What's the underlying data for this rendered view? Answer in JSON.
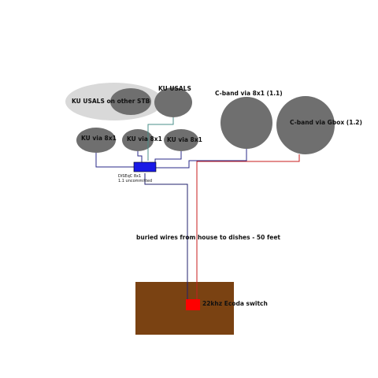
{
  "labels": {
    "ku_usals_other": "KU USALS on other STB",
    "ku_usals": "KU USALS",
    "cband_8x1": "C-band via 8x1 (1.1)",
    "cband_gbox": "C-band via Gbox (1.2)",
    "ku_8x1_a": "KU via 8x1",
    "ku_8x1_b": "KU via 8x1",
    "ku_8x1_c": "KU via 8x1",
    "diseqc_line1": "DiSEqC 8x1",
    "diseqc_line2": "1.1 uncommitted",
    "buried_wires": "buried wires from house to dishes - 50 feet",
    "ecoda_switch": "22khz Ecoda switch"
  },
  "colors": {
    "dish": "#6f6f6f",
    "dish_halo": "#d9d9d9",
    "house": "#7a4212",
    "switch_diseqc": "#1a1ae6",
    "switch_22khz": "#ff0000",
    "wire_blue": "#20206e",
    "wire_red": "#c81e1e",
    "wire_teal": "#4a8f88"
  }
}
